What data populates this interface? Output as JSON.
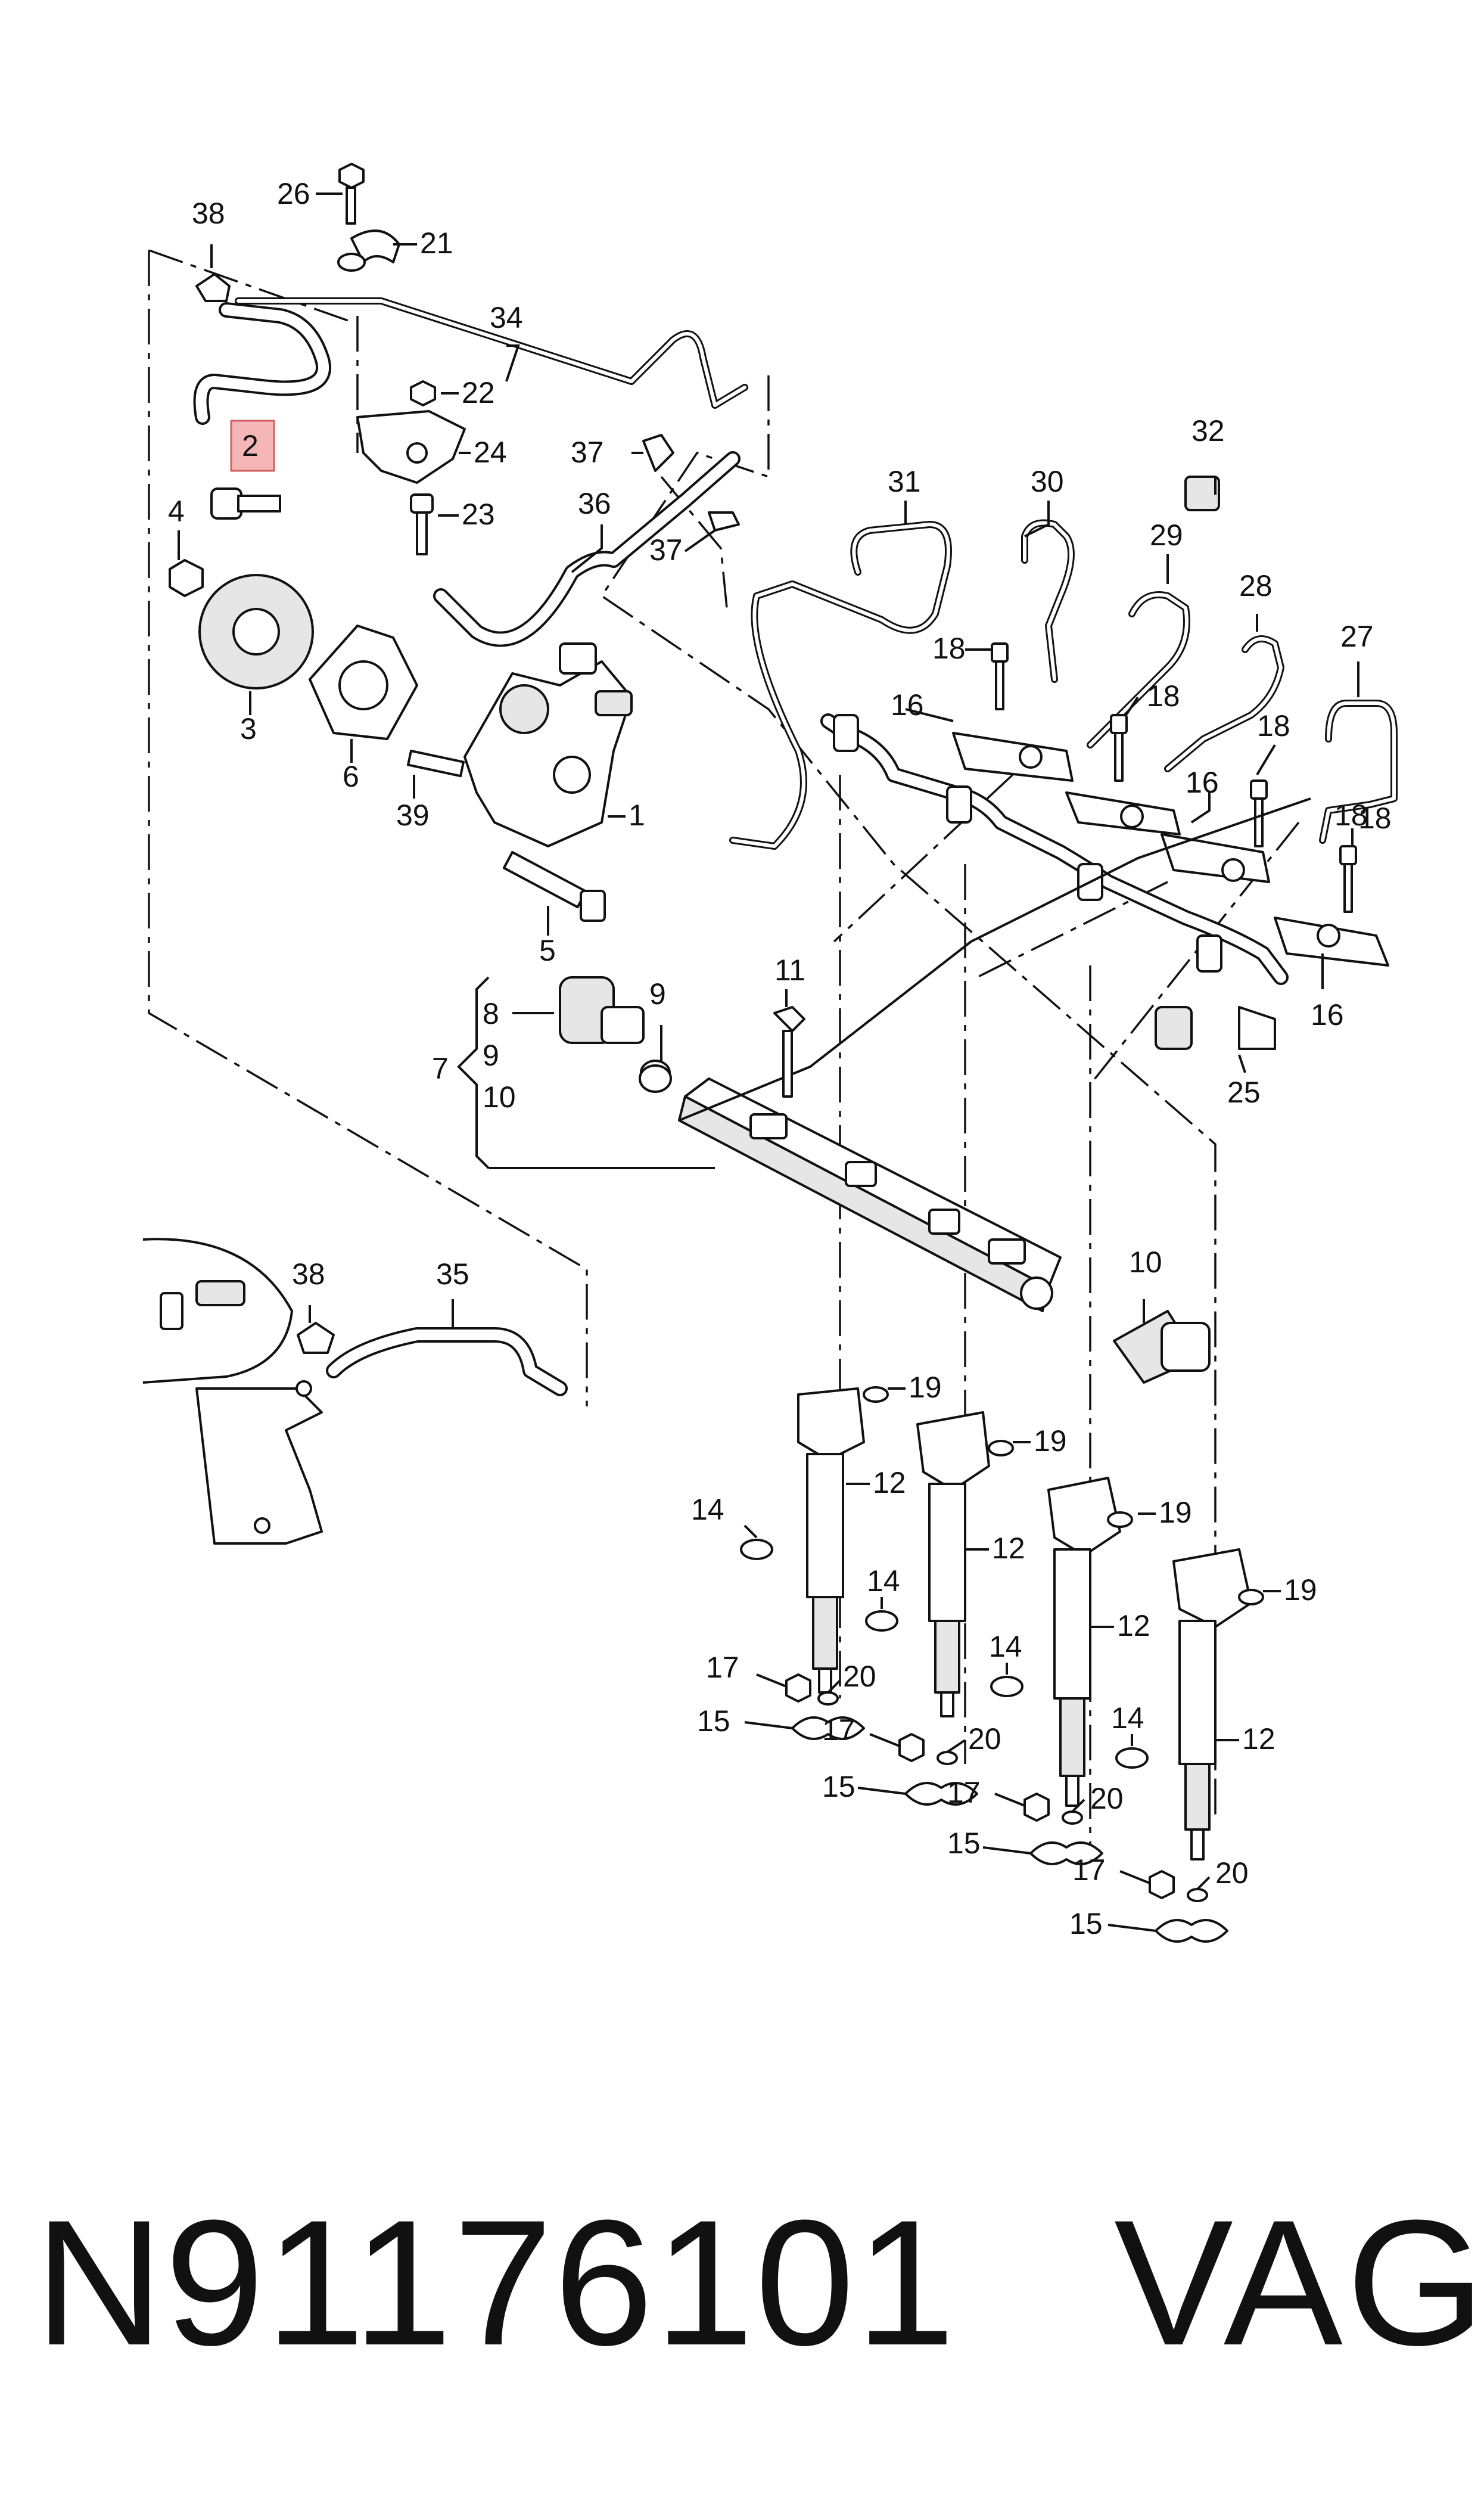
{
  "diagram": {
    "highlighted_callout": "2",
    "highlight_color": "#f4b6b6",
    "callouts": [
      "26",
      "21",
      "38",
      "34",
      "22",
      "24",
      "2",
      "23",
      "37",
      "36",
      "37",
      "4",
      "3",
      "6",
      "39",
      "5",
      "1",
      "31",
      "30",
      "29",
      "28",
      "32",
      "27",
      "18",
      "18",
      "18",
      "18",
      "18",
      "16",
      "16",
      "16",
      "16",
      "8",
      "9",
      "7",
      "9",
      "10",
      "11",
      "25",
      "10",
      "38",
      "35",
      "19",
      "12",
      "19",
      "12",
      "19",
      "12",
      "19",
      "12",
      "14",
      "14",
      "14",
      "14",
      "17",
      "20",
      "15",
      "17",
      "20",
      "15",
      "17",
      "20",
      "15",
      "17",
      "20",
      "15"
    ]
  },
  "footer": {
    "part_number": "N91176101",
    "brand": "VAG"
  }
}
